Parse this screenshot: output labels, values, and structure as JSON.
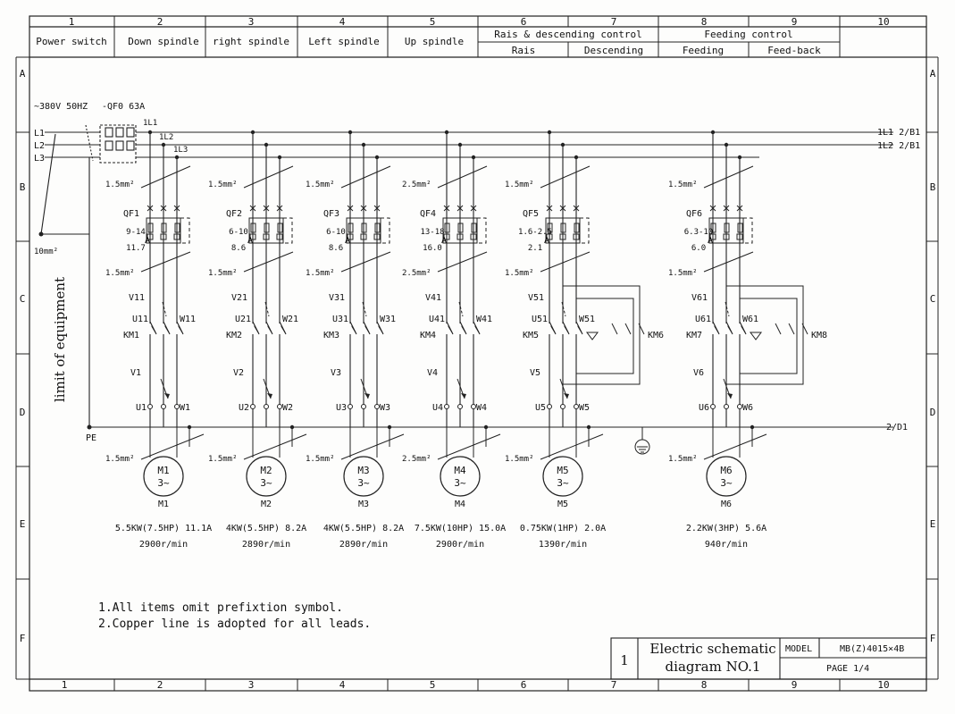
{
  "columns": [
    "1",
    "2",
    "3",
    "4",
    "5",
    "6",
    "7",
    "8",
    "9",
    "10"
  ],
  "rows": [
    "A",
    "B",
    "C",
    "D",
    "E",
    "F"
  ],
  "header": {
    "power_switch": "Power switch",
    "down_spindle": "Down spindle",
    "right_spindle": "right spindle",
    "left_spindle": "Left spindle",
    "up_spindle": "Up spindle",
    "rais_desc_control": "Rais & descending control",
    "rais": "Rais",
    "descending": "Descending",
    "feeding_control": "Feeding control",
    "feeding": "Feeding",
    "feed_back": "Feed-back"
  },
  "supply": {
    "voltage": "~380V 50HZ",
    "switch": "-QF0 63A",
    "l1": "L1",
    "l2": "L2",
    "l3": "L3",
    "bus1": "1L1",
    "bus2": "1L2",
    "bus3": "1L3",
    "bus1_ref": "1L1  2/B1",
    "bus2_ref": "1L2  2/B1",
    "pe": "PE",
    "pe_ref": "2/D1",
    "ground_wire": "10mm²",
    "limit_label": "limit of equipment"
  },
  "branches": [
    {
      "qf": "QF1",
      "range": "9-14",
      "setting": "11.7",
      "wire_top": "1.5mm²",
      "wire_mid": "1.5mm²",
      "wire_bot": "1.5mm²",
      "km": "KM1",
      "u1": "U11",
      "v1": "V11",
      "w1": "W11",
      "v2": "V1",
      "u2": "U1",
      "w2": "W1",
      "motor": "M1",
      "phase": "3~",
      "power": "5.5KW(7.5HP) 11.1A",
      "speed": "2900r/min"
    },
    {
      "qf": "QF2",
      "range": "6-10",
      "setting": "8.6",
      "wire_top": "1.5mm²",
      "wire_mid": "1.5mm²",
      "wire_bot": "1.5mm²",
      "km": "KM2",
      "u1": "U21",
      "v1": "V21",
      "w1": "W21",
      "v2": "V2",
      "u2": "U2",
      "w2": "W2",
      "motor": "M2",
      "phase": "3~",
      "power": "4KW(5.5HP) 8.2A",
      "speed": "2890r/min"
    },
    {
      "qf": "QF3",
      "range": "6-10",
      "setting": "8.6",
      "wire_top": "1.5mm²",
      "wire_mid": "1.5mm²",
      "wire_bot": "1.5mm²",
      "km": "KM3",
      "u1": "U31",
      "v1": "V31",
      "w1": "W31",
      "v2": "V3",
      "u2": "U3",
      "w2": "W3",
      "motor": "M3",
      "phase": "3~",
      "power": "4KW(5.5HP) 8.2A",
      "speed": "2890r/min"
    },
    {
      "qf": "QF4",
      "range": "13-18",
      "setting": "16.0",
      "wire_top": "2.5mm²",
      "wire_mid": "2.5mm²",
      "wire_bot": "2.5mm²",
      "km": "KM4",
      "u1": "U41",
      "v1": "V41",
      "w1": "W41",
      "v2": "V4",
      "u2": "U4",
      "w2": "W4",
      "motor": "M4",
      "phase": "3~",
      "power": "7.5KW(10HP)   15.0A",
      "speed": "2900r/min"
    },
    {
      "qf": "QF5",
      "range": "1.6-2.5",
      "setting": "2.1",
      "wire_top": "1.5mm²",
      "wire_mid": "1.5mm²",
      "wire_bot": "1.5mm²",
      "km": "KM5",
      "km_b": "KM6",
      "u1": "U51",
      "v1": "V51",
      "w1": "W51",
      "v2": "V5",
      "u2": "U5",
      "w2": "W5",
      "motor": "M5",
      "phase": "3~",
      "power": "0.75KW(1HP) 2.0A",
      "speed": "1390r/min"
    },
    {
      "qf": "QF6",
      "range": "6.3-10",
      "setting": "6.0",
      "wire_top": "1.5mm²",
      "wire_mid": "1.5mm²",
      "wire_bot": "1.5mm²",
      "km": "KM7",
      "km_b": "KM8",
      "u1": "U61",
      "v1": "V61",
      "w1": "W61",
      "v2": "V6",
      "u2": "U6",
      "w2": "W6",
      "motor": "M6",
      "phase": "3~",
      "power": "2.2KW(3HP) 5.6A",
      "speed": "940r/min"
    }
  ],
  "coil_letter": "A",
  "notes": [
    "1.All items omit prefixtion symbol.",
    "2.Copper line is adopted for all leads."
  ],
  "title_block": {
    "sheet_no": "1",
    "title_line1": "Electric schematic",
    "title_line2": "diagram NO.1",
    "model_label": "MODEL",
    "model_value": "MB(Z)4015×4B",
    "page": "PAGE  1/4"
  }
}
